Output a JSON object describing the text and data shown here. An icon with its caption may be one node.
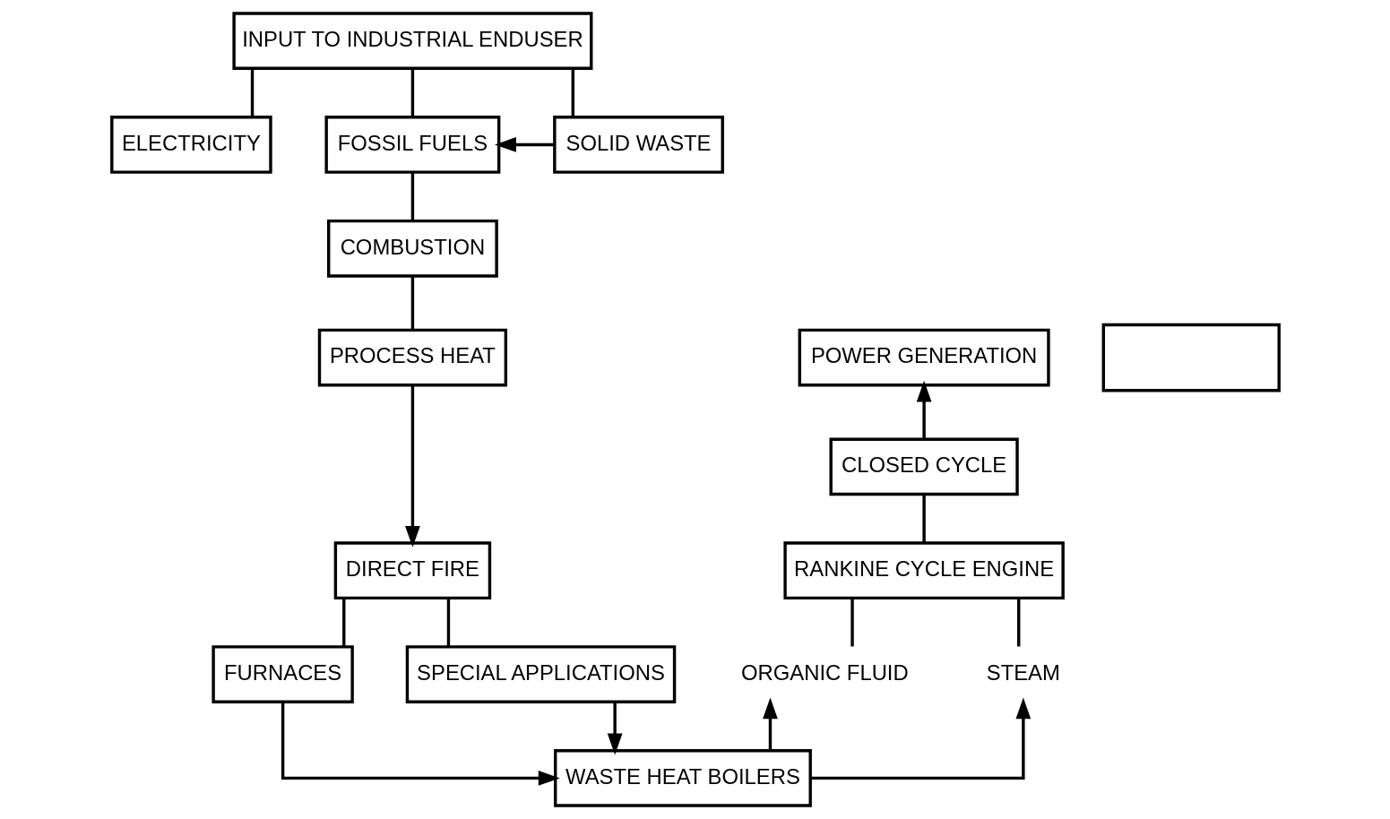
{
  "diagram": {
    "nodes": [
      {
        "text": [
          "INPUT TO INDUSTRIAL ENDUSER"
        ]
      },
      {
        "text": [
          "ELECTRICITY"
        ]
      },
      {
        "text": [
          "FOSSIL FUELS"
        ]
      },
      {
        "text": [
          "SOLID WASTE"
        ]
      },
      {
        "text": [
          "COMBUSTION"
        ]
      },
      {
        "text": [
          "POWER GENERATION"
        ]
      },
      {
        "text": [
          "PROCESS HEAT"
        ]
      },
      {
        "text": [],
        "shape": "box"
      },
      {
        "text": [
          "CLOSED CYCLE"
        ]
      },
      {
        "text": [
          "DIRECT FIRE"
        ]
      },
      {
        "text": [
          "RANKINE CYCLE ENGINE"
        ]
      },
      {
        "text": [
          "FURNACES"
        ]
      },
      {
        "text": [
          "SPECIAL APPLICATIONS"
        ]
      },
      {
        "text": [
          "ORGANIC FLUID"
        ]
      },
      {
        "text": [
          "STEAM"
        ]
      },
      {
        "text": [
          "WASTE HEAT BOILERS"
        ]
      }
    ],
    "edges": [
      {
        "from": 0,
        "to": 1,
        "arrow": "none"
      },
      {
        "from": 0,
        "to": 2,
        "arrow": "none"
      },
      {
        "from": 0,
        "to": 3,
        "arrow": "none"
      },
      {
        "from": 3,
        "to": 2,
        "arrow": "to"
      },
      {
        "from": 2,
        "to": 4,
        "arrow": "none"
      },
      {
        "from": 4,
        "to": 6,
        "arrow": "none"
      },
      {
        "from": 8,
        "to": 5,
        "arrow": "to"
      },
      {
        "from": 8,
        "to": 10,
        "arrow": "none"
      },
      {
        "from": 6,
        "to": 9,
        "arrow": "to"
      },
      {
        "from": 9,
        "to": 11,
        "arrow": "none"
      },
      {
        "from": 9,
        "to": 12,
        "arrow": "none"
      },
      {
        "from": 10,
        "to": 13,
        "arrow": "none"
      },
      {
        "from": 10,
        "to": 14,
        "arrow": "none"
      },
      {
        "from": 11,
        "to": 15,
        "arrow": "to"
      },
      {
        "from": 12,
        "to": 15,
        "arrow": "to"
      },
      {
        "from": 15,
        "to": 13,
        "arrow": "to"
      },
      {
        "from": 15,
        "to": 14,
        "arrow": "to"
      }
    ]
  }
}
